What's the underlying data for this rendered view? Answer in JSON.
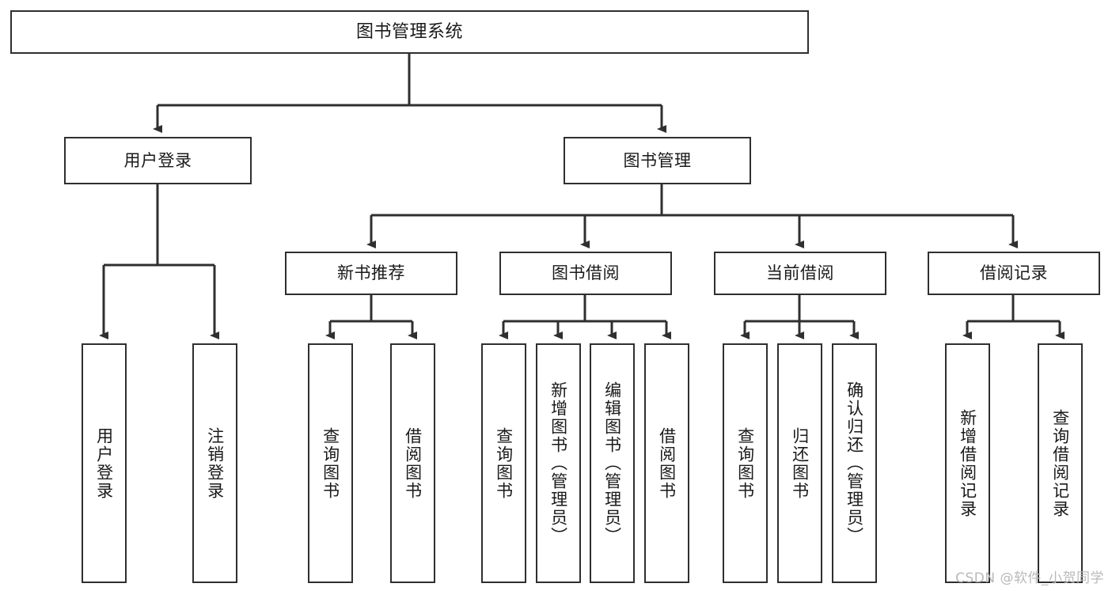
{
  "diagram": {
    "title": "图书管理系统",
    "watermark": "CSDN @软件_小贺同学",
    "colors": {
      "background": "#ffffff",
      "node_border": "#2f2f2f",
      "node_fill": "#ffffff",
      "edge": "#2f2f2f",
      "text": "#1a1a1a",
      "watermark": "#b9b9b9"
    },
    "root": {
      "label": "图书管理系统"
    },
    "level2": [
      {
        "label": "用户登录"
      },
      {
        "label": "图书管理"
      }
    ],
    "level3": [
      {
        "label": "新书推荐"
      },
      {
        "label": "图书借阅"
      },
      {
        "label": "当前借阅"
      },
      {
        "label": "借阅记录"
      }
    ],
    "leaves_user_login": [
      {
        "label": "用户登录"
      },
      {
        "label": "注销登录"
      }
    ],
    "leaves_new_book": [
      {
        "label": "查询图书"
      },
      {
        "label": "借阅图书"
      }
    ],
    "leaves_borrow": [
      {
        "label": "查询图书"
      },
      {
        "label": "新增图书（管理员）"
      },
      {
        "label": "编辑图书（管理员）"
      },
      {
        "label": "借阅图书"
      }
    ],
    "leaves_current": [
      {
        "label": "查询图书"
      },
      {
        "label": "归还图书"
      },
      {
        "label": "确认归还（管理员）"
      }
    ],
    "leaves_record": [
      {
        "label": "新增借阅记录"
      },
      {
        "label": "查询借阅记录"
      }
    ]
  }
}
